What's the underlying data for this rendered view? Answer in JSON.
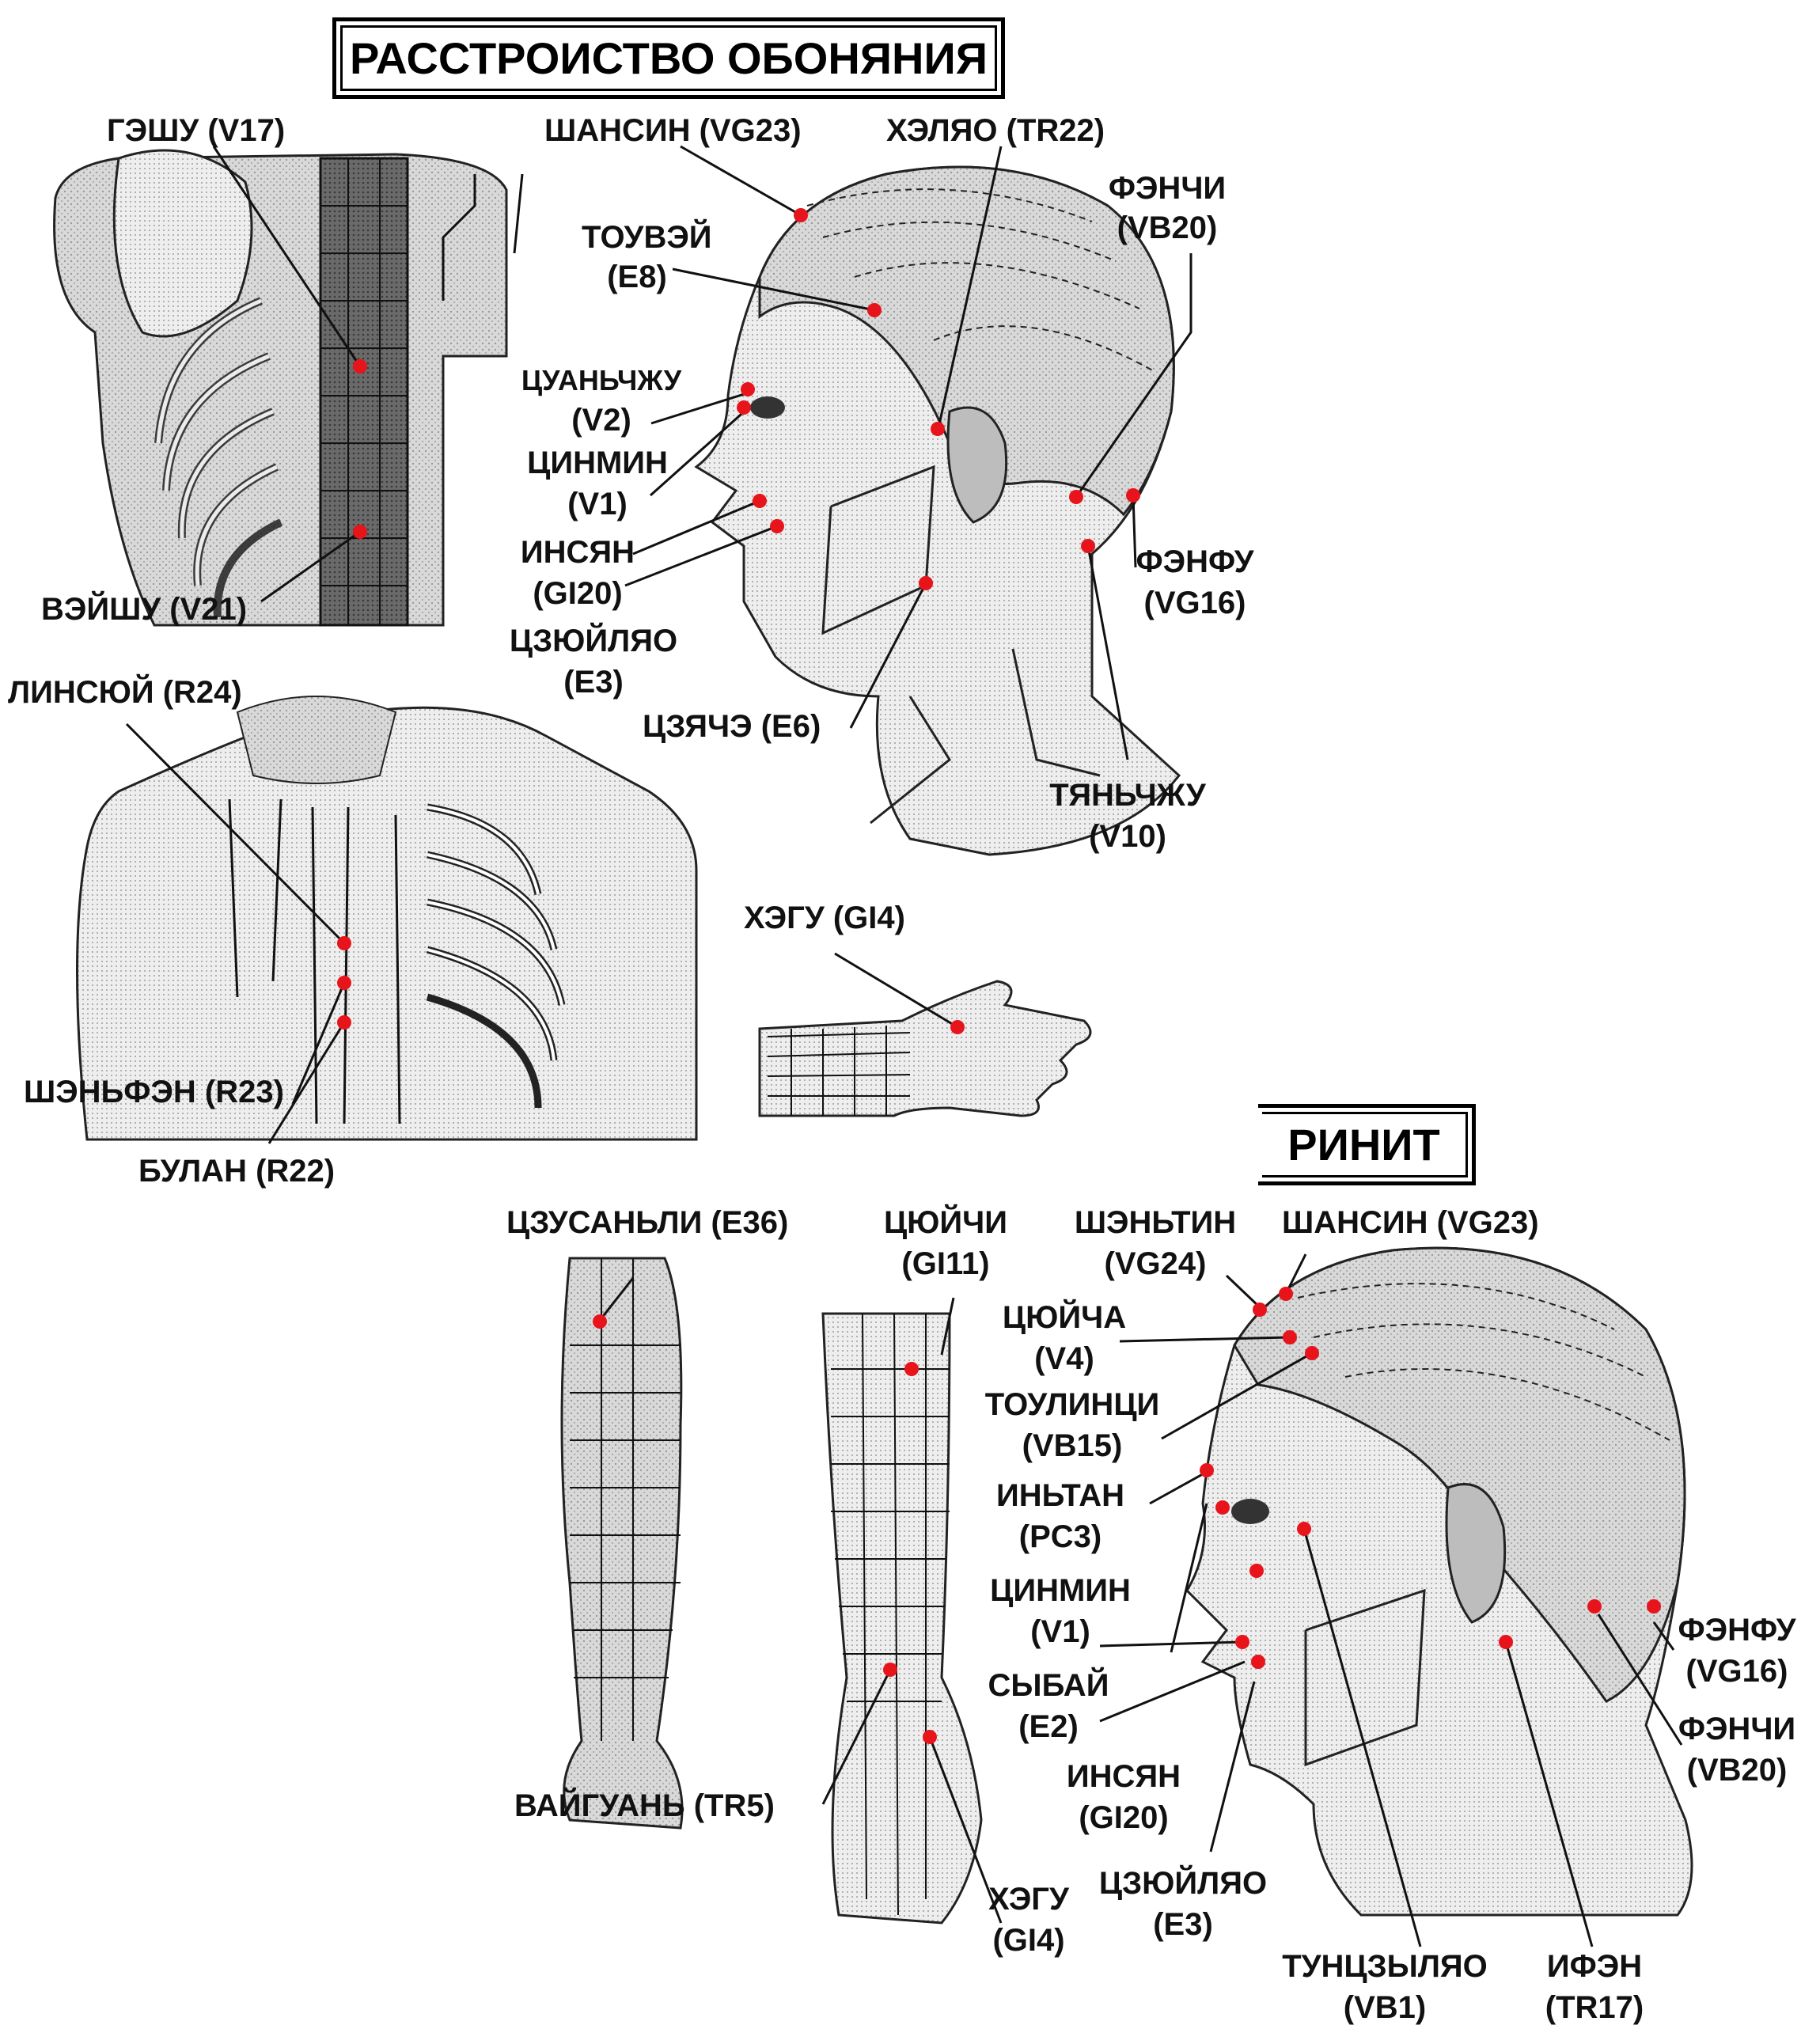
{
  "titles": {
    "smell": "РАССТРОИСТВО ОБОНЯНИЯ",
    "rhinitis": "РИНИТ"
  },
  "colors": {
    "point": "#e8141b",
    "line": "#111111",
    "figure": "#cfcfcf",
    "figure_dark": "#5a5a5a"
  },
  "smell": {
    "geshu": "ГЭШУ (V17)",
    "veishu": "ВЭЙШУ (V21)",
    "shansin_name": "ШАНСИН (VG23)",
    "helyao": "ХЭЛЯО (TR22)",
    "fenchi_name": "ФЭНЧИ",
    "fenchi_code": "(VB20)",
    "touvei_name": "ТОУВЭЙ",
    "touvei_code": "(E8)",
    "tsuanchzhu_name": "ЦУАНЬЧЖУ",
    "tsuanchzhu_code": "(V2)",
    "tsinmin_name": "ЦИНМИН",
    "tsinmin_code": "(V1)",
    "insyan_name": "ИНСЯН",
    "insyan_code": "(GI20)",
    "tszyuilyao_name": "ЦЗЮЙЛЯО",
    "tszyuilyao_code": "(E3)",
    "tszyache": "ЦЗЯЧЭ (E6)",
    "fenfu_name": "ФЭНФУ",
    "fenfu_code": "(VG16)",
    "tyanchzhu_name": "ТЯНЬЧЖУ",
    "tyanchzhu_code": "(V10)",
    "linsyui": "ЛИНСЮЙ (R24)",
    "shenfen": "ШЭНЬФЭН (R23)",
    "bulan": "БУЛАН (R22)",
    "hegu": "ХЭГУ (GI4)"
  },
  "rhinitis": {
    "tszusanli": "ЦЗУСАНЬЛИ (E36)",
    "tsyuichi_name": "ЦЮЙЧИ",
    "tsyuichi_code": "(GI11)",
    "shentin_name": "ШЭНЬТИН",
    "shentin_code": "(VG24)",
    "shansin": "ШАНСИН (VG23)",
    "tsyuicha_name": "ЦЮЙЧА",
    "tsyuicha_code": "(V4)",
    "toulintsi_name": "ТОУЛИНЦИ",
    "toulintsi_code": "(VB15)",
    "intan_name": "ИНЬТАН",
    "intan_code": "(PC3)",
    "tsinmin_name": "ЦИНМИН",
    "tsinmin_code": "(V1)",
    "sybai_name": "СЫБАЙ",
    "sybai_code": "(E2)",
    "insyan_name": "ИНСЯН",
    "insyan_code": "(GI20)",
    "vaiguan": "ВАЙГУАНЬ (TR5)",
    "hegu_name": "ХЭГУ",
    "hegu_code": "(GI4)",
    "tszyuilyao_name": "ЦЗЮЙЛЯО",
    "tszyuilyao_code": "(E3)",
    "tuntszylyao_name": "ТУНЦЗЫЛЯО",
    "tuntszylyao_code": "(VB1)",
    "ifen_name": "ИФЭН",
    "ifen_code": "(TR17)",
    "fenfu_name": "ФЭНФУ",
    "fenfu_code": "(VG16)",
    "fenchi_name": "ФЭНЧИ",
    "fenchi_code": "(VB20)"
  }
}
